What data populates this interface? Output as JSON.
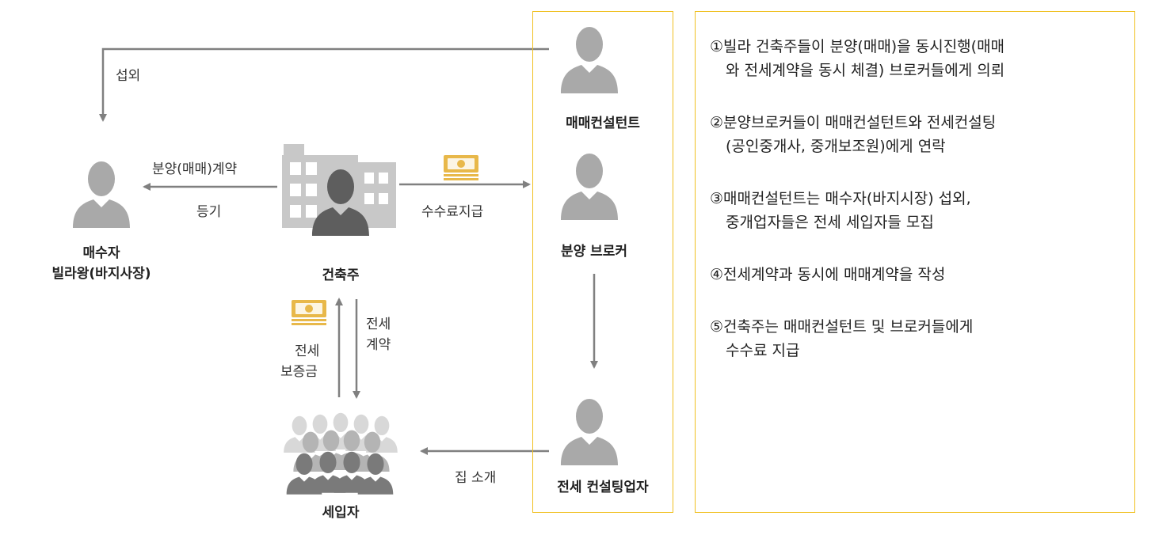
{
  "nodes": {
    "buyer": {
      "line1": "매수자",
      "line2": "빌라왕(바지사장)"
    },
    "builder": "건축주",
    "tenants": "세입자",
    "sales_consultant": "매매컨설턴트",
    "broker": "분양 브로커",
    "jeonse_consultant": "전세 컨설팅업자"
  },
  "edges": {
    "contact": "섭외",
    "sale_contract": "분양(매매)계약",
    "registration": "등기",
    "fee_payment": "수수료지급",
    "jeonse_deposit": {
      "line1": "전세",
      "line2": "보증금"
    },
    "jeonse_contract": {
      "line1": "전세",
      "line2": "계약"
    },
    "house_intro": "집 소개"
  },
  "steps": [
    {
      "line1": "①빌라 건축주들이 분양(매매)을 동시진행(매매",
      "line2": "와  전세계약을 동시 체결) 브로커들에게 의뢰"
    },
    {
      "line1": "②분양브로커들이 매매컨설턴트와 전세컨설팅",
      "line2": "(공인중개사, 중개보조원)에게 연락"
    },
    {
      "line1": "③매매컨설턴트는 매수자(바지시장) 섭외,",
      "line2": "중개업자들은 전세 세입자들 모집"
    },
    {
      "line1": "④전세계약과 동시에 매매계약을 작성",
      "line2": ""
    },
    {
      "line1": "⑤건축주는 매매컨설턴트 및 브로커들에게",
      "line2": "수수료 지급"
    }
  ],
  "colors": {
    "person_light": "#a9a9a9",
    "person_dark": "#5e5e5e",
    "building": "#c8c8c8",
    "arrow": "#808080",
    "money": "#e8b84a",
    "box_border": "#f0c020"
  }
}
